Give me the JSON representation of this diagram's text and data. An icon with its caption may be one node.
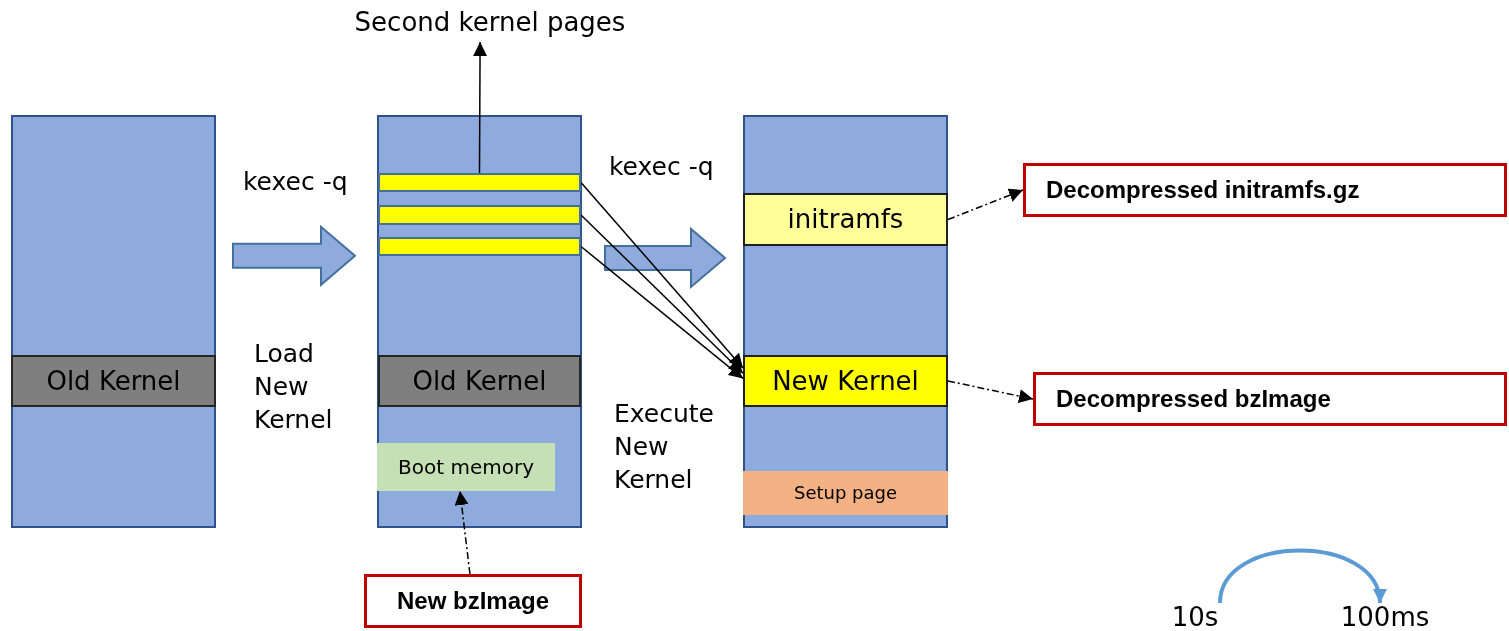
{
  "diagram": {
    "nodes": [
      {
        "text": [],
        "shape": "box"
      },
      {
        "text": [
          "Old Kernel"
        ],
        "in": 0
      },
      {
        "text": [],
        "shape": "box"
      },
      {
        "text": [],
        "shape": "bar",
        "in": 2
      },
      {
        "text": [],
        "shape": "bar",
        "in": 2
      },
      {
        "text": [],
        "shape": "bar",
        "in": 2
      },
      {
        "text": [
          "Old Kernel"
        ],
        "in": 2
      },
      {
        "text": [
          "Boot memory"
        ],
        "in": 2
      },
      {
        "text": [],
        "shape": "box"
      },
      {
        "text": [
          "initramfs"
        ],
        "in": 8
      },
      {
        "text": [
          "New Kernel"
        ],
        "in": 8
      },
      {
        "text": [
          "Setup page"
        ],
        "in": 8
      },
      {
        "text": [
          "Second kernel pages"
        ]
      },
      {
        "text": [
          "Decompressed initramfs.gz"
        ]
      },
      {
        "text": [
          "Decompressed bzImage"
        ]
      },
      {
        "text": [
          "New bzImage"
        ]
      },
      {
        "text": [
          "10s"
        ]
      },
      {
        "text": [
          "100ms"
        ]
      }
    ],
    "edges": [
      {
        "from": 0,
        "to": 2,
        "arrow": "to",
        "style": "thick"
      },
      {
        "from": 2,
        "to": 8,
        "arrow": "to",
        "style": "thick"
      },
      {
        "from": 3,
        "to": 12,
        "arrow": "to"
      },
      {
        "from": 3,
        "to": 10,
        "arrow": "to"
      },
      {
        "from": 4,
        "to": 10,
        "arrow": "to"
      },
      {
        "from": 5,
        "to": 10,
        "arrow": "to"
      },
      {
        "from": 9,
        "to": 13,
        "arrow": "to",
        "style": "dashed"
      },
      {
        "from": 10,
        "to": 14,
        "arrow": "to",
        "style": "dashed"
      },
      {
        "from": 15,
        "to": 7,
        "arrow": "to",
        "style": "dashed"
      },
      {
        "from": 16,
        "to": 17,
        "arrow": "to",
        "style": "thick",
        "color": "#5b9bd5"
      }
    ],
    "labels": [
      "kexec -q",
      "Load New Kernel",
      "kexec -q",
      "Execute New Kernel"
    ]
  }
}
